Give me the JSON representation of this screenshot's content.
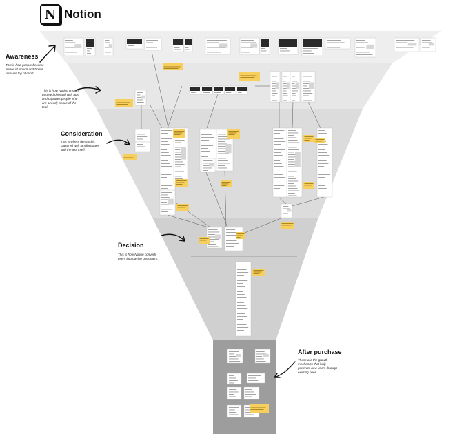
{
  "brand": {
    "logo_letter": "N",
    "name": "Notion"
  },
  "stages": {
    "awareness": {
      "title": "Awareness",
      "description": "This is how people become aware of Notion and how it remains top of mind."
    },
    "targeted_demand": {
      "description": "This is how Notion creates targeted demand with ads and captures people who are already aware of the tool."
    },
    "consideration": {
      "title": "Consideration",
      "description": "This is where demand is captured with landingpages and the tool itself."
    },
    "decision": {
      "title": "Decision",
      "description": "This is how Notion converts users into paying customers."
    },
    "after_purchase": {
      "title": "After purchase",
      "description": "These are the growth mechanics that help generate new users through existing ones."
    }
  },
  "colors": {
    "band_awareness": "#eeeeee",
    "band_targeted": "#e6e6e6",
    "band_consideration": "#dadada",
    "band_decision": "#cfcfcf",
    "band_after": "#9e9e9e",
    "sticky_note": "#f7cf5c",
    "thumbnail": "#ffffff",
    "connector": "#444444"
  }
}
